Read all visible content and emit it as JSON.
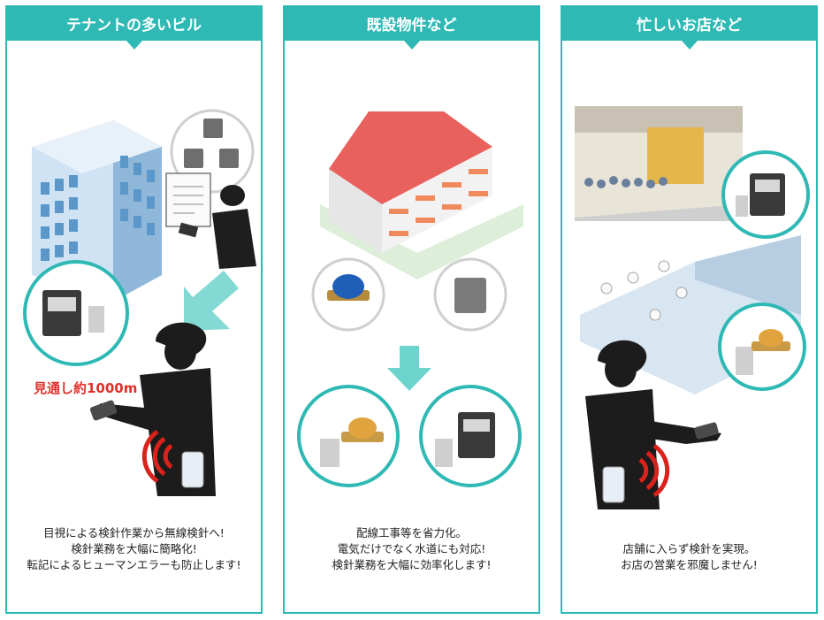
{
  "panels": [
    {
      "title": "テナントの多いビル",
      "range_label": "見通し約1000m",
      "description": [
        "目視による検針作業から無線検針へ!",
        "検針業務を大幅に簡略化!",
        "転記によるヒューマンエラーも防止します!"
      ]
    },
    {
      "title": "既設物件など",
      "description": [
        "配線工事等を省力化。",
        "電気だけでなく水道にも対応!",
        "検針業務を大幅に効率化します!"
      ]
    },
    {
      "title": "忙しいお店など",
      "description": [
        "店舗に入らず検針を実現。",
        "お店の営業を邪魔しません!"
      ]
    }
  ],
  "colors": {
    "accent": "#2fb9b5",
    "range_text": "#e0302a",
    "signal": "#d9221c"
  },
  "icons": [
    "building",
    "electric-meter",
    "water-meter",
    "worker-silhouette",
    "clipboard",
    "smartphone",
    "wireless-signal",
    "apartment",
    "shop-street",
    "kitchen"
  ]
}
